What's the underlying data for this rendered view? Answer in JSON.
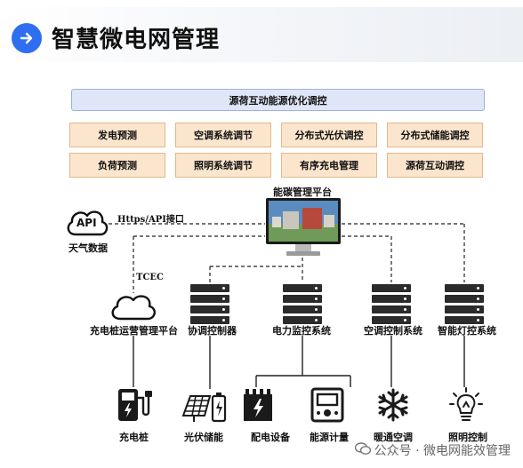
{
  "header": {
    "title": "智慧微电网管理"
  },
  "top_bar": {
    "label": "源荷互动能源优化调控"
  },
  "functions": {
    "row1": [
      "发电预测",
      "空调系统调节",
      "分布式光伏调控",
      "分布式储能调控"
    ],
    "row2": [
      "负荷预测",
      "照明系统调节",
      "有序充电管理",
      "源荷互动调控"
    ]
  },
  "platform": {
    "label": "能碳管理平台"
  },
  "api": {
    "icon_text": "API",
    "label": "天气数据",
    "link_label": "Https/API接口"
  },
  "tcec": {
    "label": "TCEC"
  },
  "systems": {
    "charging_platform": "充电桩运营管理平台",
    "coordinator": "协调控制器",
    "power_monitor": "电力监控系统",
    "hvac_control": "空调控制系统",
    "lighting_control": "智能灯控系统"
  },
  "devices": {
    "charger": "充电桩",
    "pv_storage": "光伏储能",
    "distribution": "配电设备",
    "metering": "能源计量",
    "hvac": "暖通空调",
    "lighting": "照明控制"
  },
  "watermark": {
    "text": "公众号 · 微电网能效管理"
  }
}
